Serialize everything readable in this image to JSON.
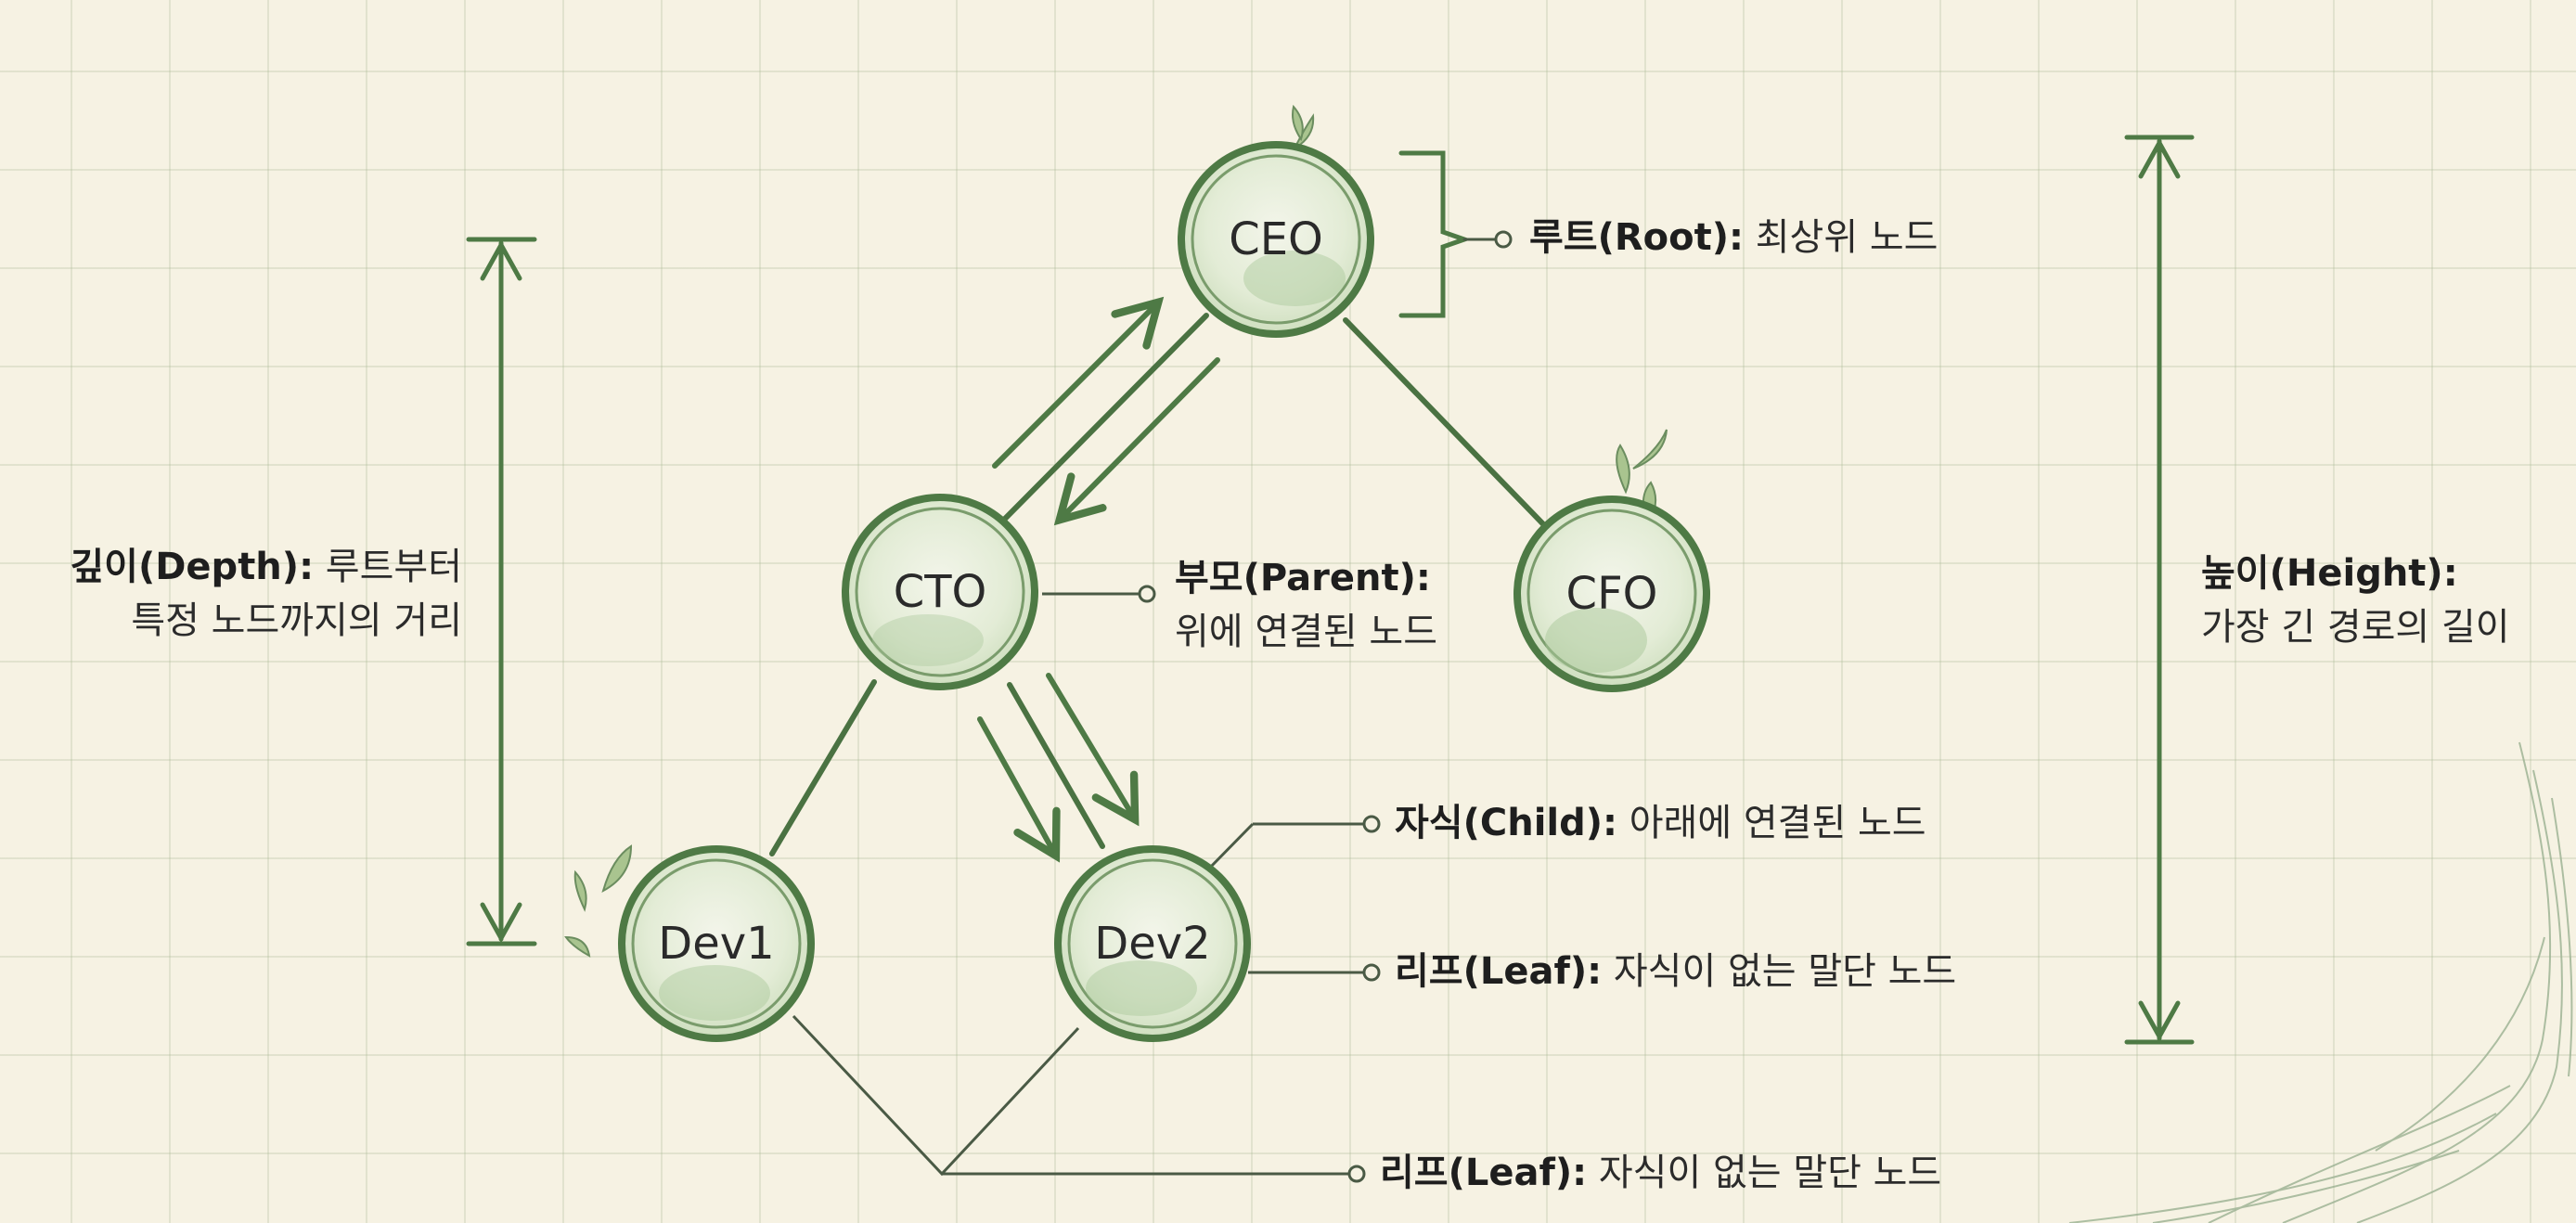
{
  "nodes": [
    {
      "id": "ceo",
      "label": "CEO"
    },
    {
      "id": "cto",
      "label": "CTO"
    },
    {
      "id": "cfo",
      "label": "CFO"
    },
    {
      "id": "dev1",
      "label": "Dev1"
    },
    {
      "id": "dev2",
      "label": "Dev2"
    }
  ],
  "edges": [
    [
      "ceo",
      "cto"
    ],
    [
      "ceo",
      "cfo"
    ],
    [
      "cto",
      "dev1"
    ],
    [
      "cto",
      "dev2"
    ]
  ],
  "annotations": {
    "root": {
      "term": "루트(Root):",
      "desc": " 최상위 노드"
    },
    "parent": {
      "term": "부모(Parent):",
      "desc": "위에 연결된 노드"
    },
    "child": {
      "term": "자식(Child):",
      "desc": " 아래에 연결된 노드"
    },
    "leaf_dev2": {
      "term": "리프(Leaf):",
      "desc": " 자식이 없는 말단 노드"
    },
    "leaf_bottom": {
      "term": "리프(Leaf):",
      "desc": " 자식이 없는 말단 노드"
    },
    "depth": {
      "term": "깊이(Depth):",
      "desc1": " 루트부터",
      "desc2": "특정 노드까지의 거리"
    },
    "height": {
      "term": "높이(Height):",
      "desc": "가장 긴 경로의 길이"
    }
  },
  "colors": {
    "ink": "#4e7a45",
    "node_fill": "#dfe9d3",
    "wash": "#a9c79a",
    "background": "#f6f2e3",
    "grid": "#c9d1b8"
  }
}
